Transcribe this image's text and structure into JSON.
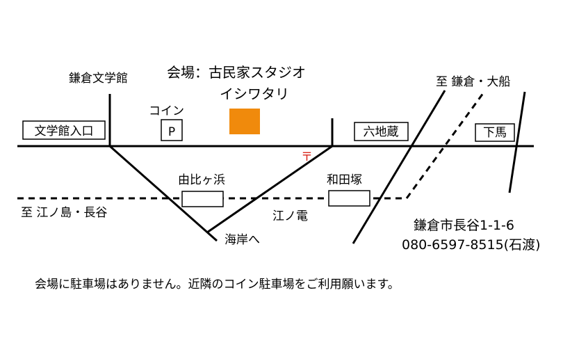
{
  "venue": {
    "label": "会場：古民家スタジオ",
    "name_line2": "イシワタリ",
    "marker_color": "#f08a0c"
  },
  "places": {
    "kamakura_bungakukan": "鎌倉文学館",
    "bungakukan_iriguchi": "文学館入口",
    "coin_parking": "コイン",
    "parking_symbol": "P",
    "rokujizo": "六地蔵",
    "geba": "下馬",
    "yuigahama": "由比ヶ浜",
    "wadazuka": "和田塚",
    "to_enoshima_hase": "至 江ノ島・長谷",
    "enoden": "江ノ電",
    "to_kaigan": "海岸へ",
    "to_kamakura_ofuna": "至 鎌倉・大船",
    "post_office_symbol": "〒"
  },
  "contact": {
    "address": "鎌倉市長谷1-1-6",
    "phone": "080-6597-8515(石渡)"
  },
  "notice": "会場に駐車場はありません。近隣のコイン駐車場をご利用願います。",
  "colors": {
    "line": "#000000",
    "post_mark": "#d9261c"
  }
}
